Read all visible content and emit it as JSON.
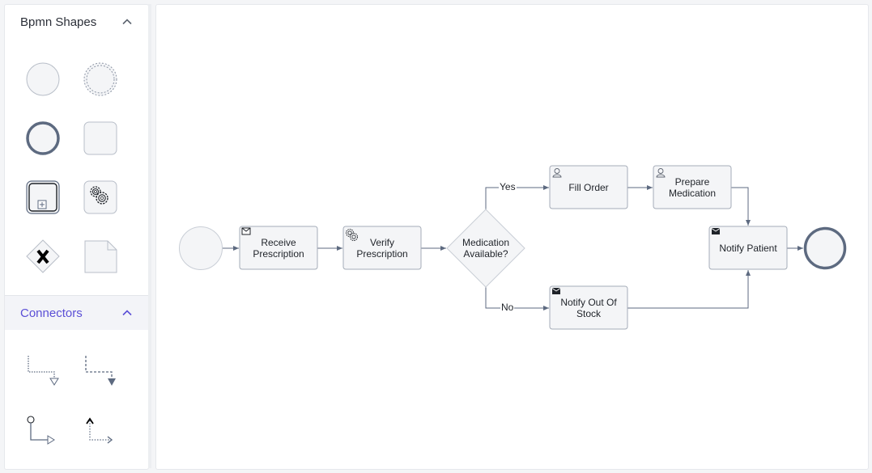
{
  "palette": {
    "bpmn_section": {
      "title": "Bpmn Shapes"
    },
    "connectors_section": {
      "title": "Connectors"
    }
  },
  "diagram": {
    "nodes": {
      "receive": "Receive Prescription",
      "verify": "Verify Prescription",
      "gateway": "Medication Available?",
      "fill": "Fill Order",
      "prepare": "Prepare Medication",
      "notify_patient": "Notify Patient",
      "notify_stock": "Notify Out Of Stock"
    },
    "edges": {
      "yes": "Yes",
      "no": "No"
    }
  },
  "colors": {
    "accent": "#5b4fd6",
    "stroke": "#5d6a80",
    "node_fill": "#f4f5f7",
    "node_stroke": "#a5acb8"
  }
}
